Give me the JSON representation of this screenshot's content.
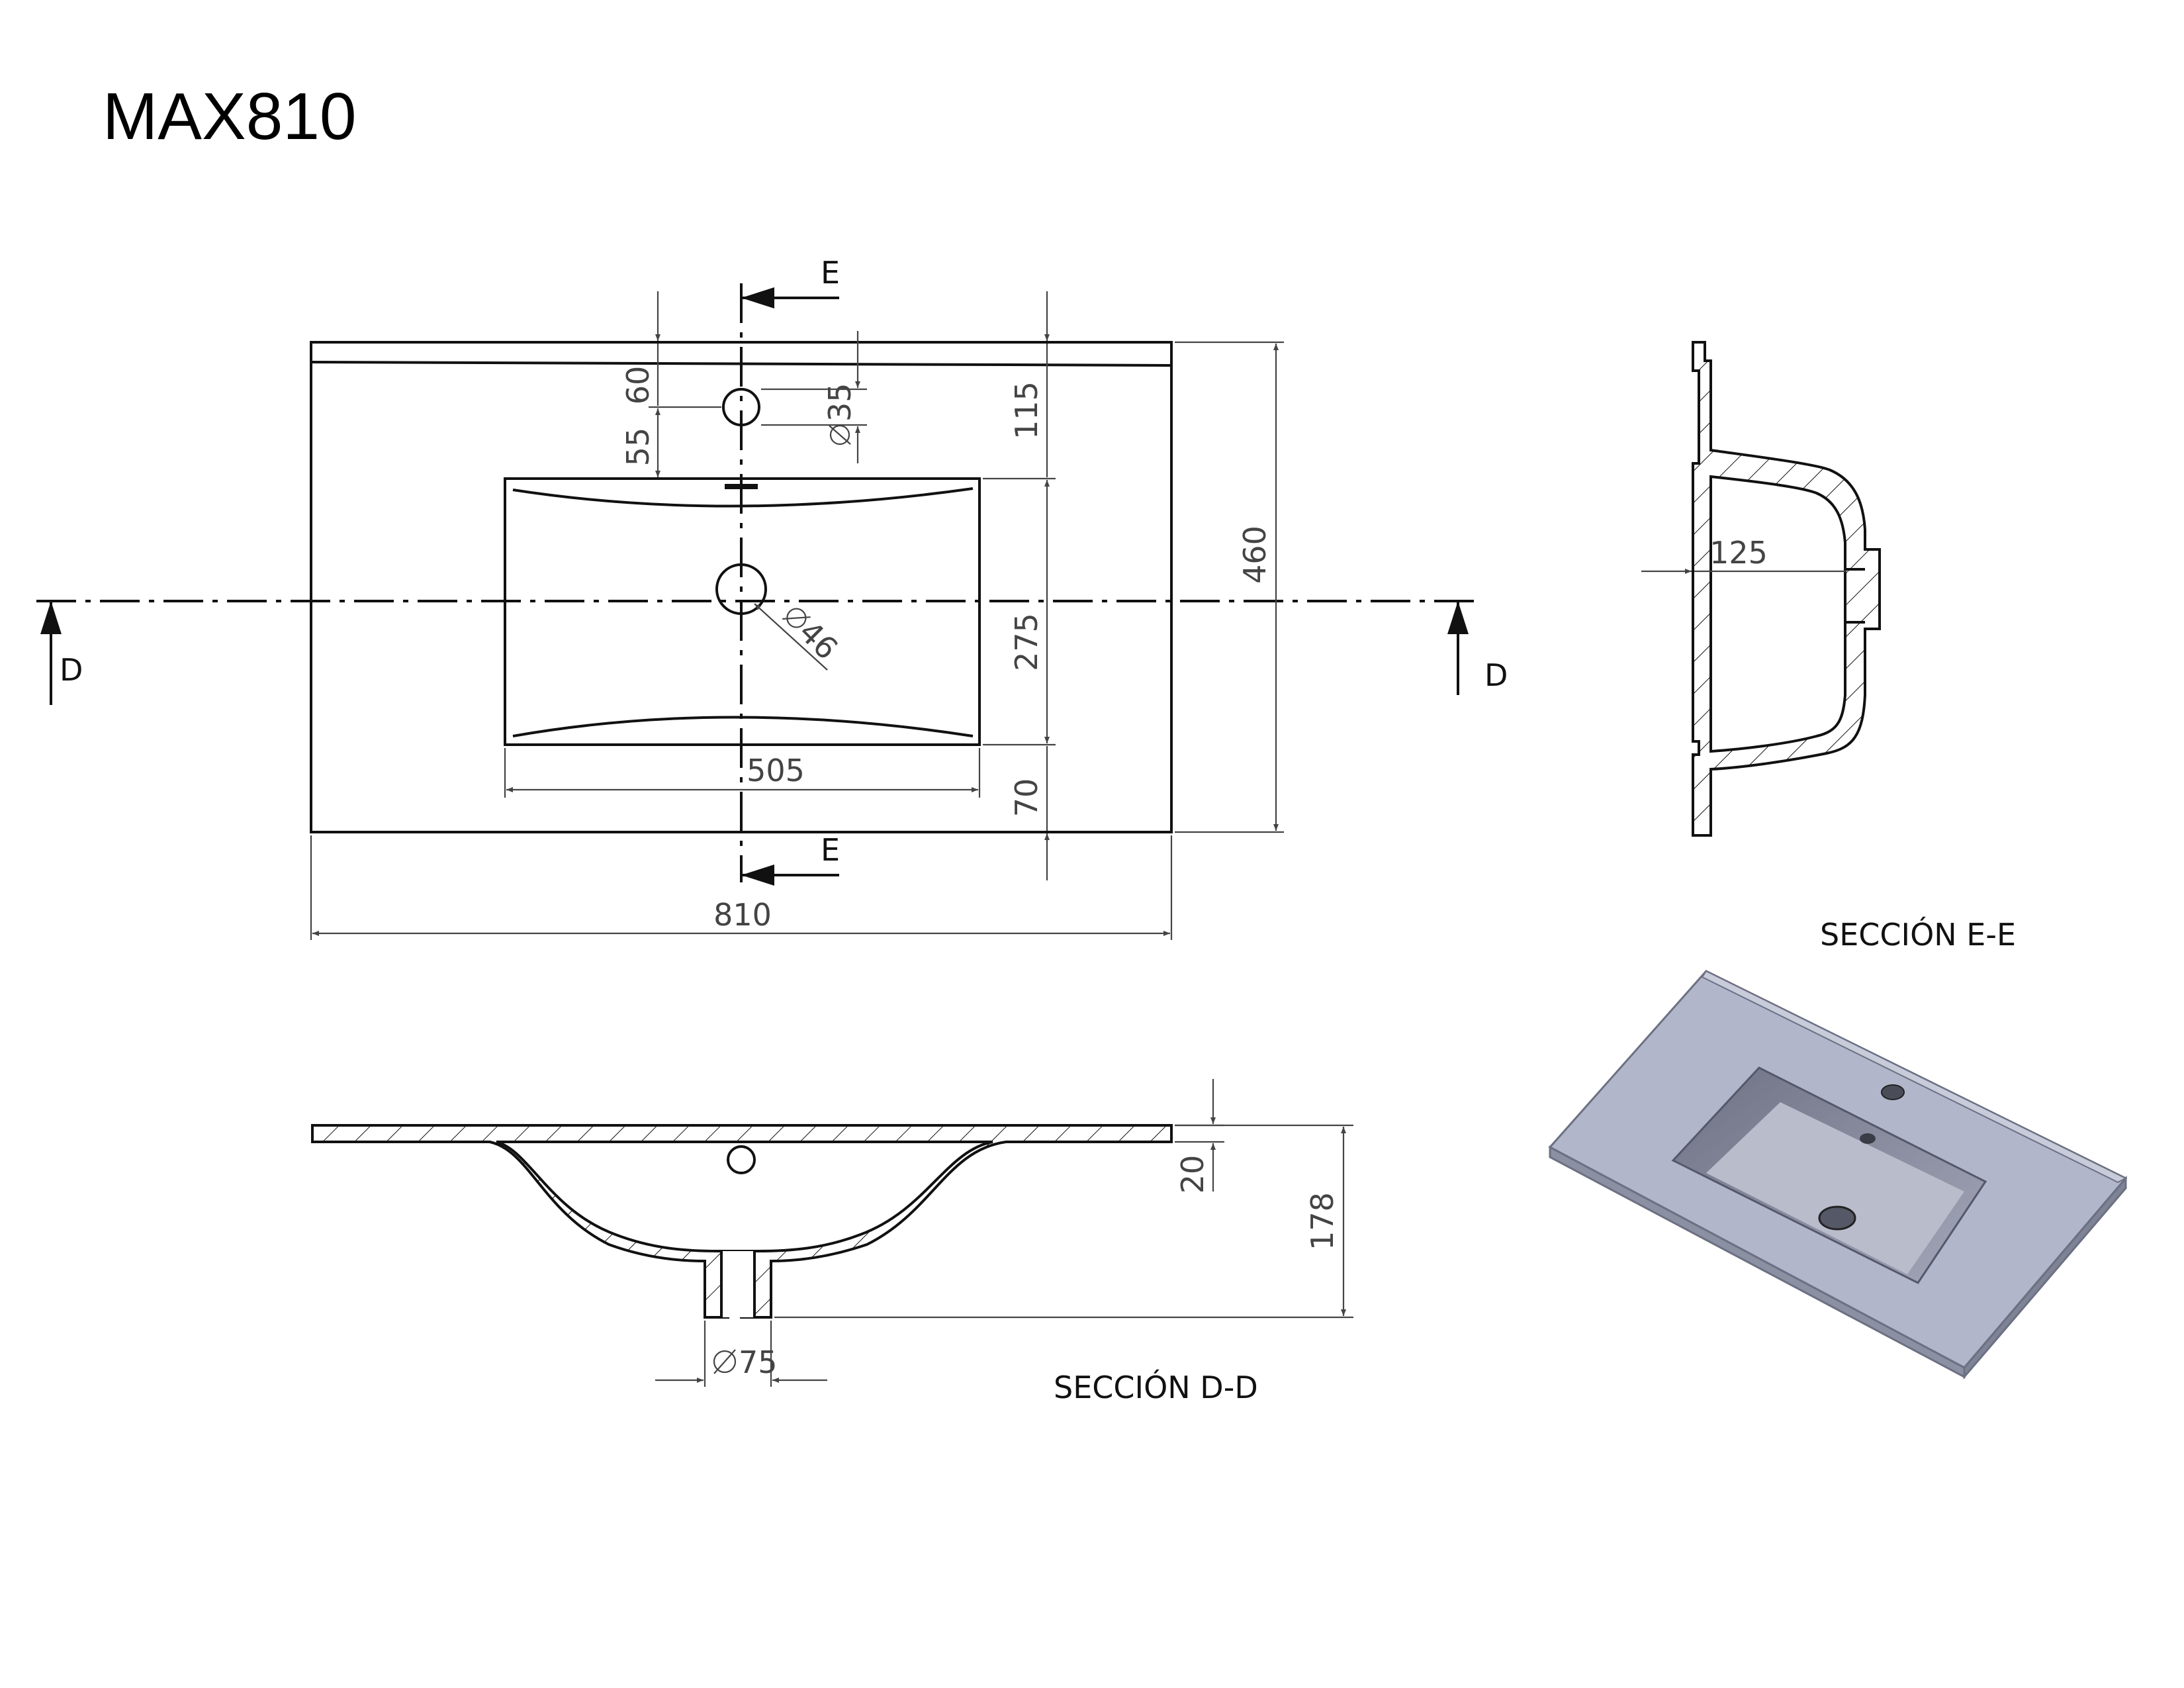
{
  "title": "MAX810",
  "top_view": {
    "dim_width": "810",
    "dim_depth": "460",
    "dim_basin_width": "505",
    "dim_basin_depth": "275",
    "dim_front": "70",
    "dim_back": "115",
    "dim_60": "60",
    "dim_55": "55",
    "dim_tap_hole": "35",
    "dim_drain_hole": "46",
    "section_e_top": "E",
    "section_e_bottom": "E",
    "section_d_left": "D",
    "section_d_right": "D"
  },
  "section_dd": {
    "label": "SECCIÓN D-D",
    "dim_thickness": "20",
    "dim_height": "178",
    "dim_drain": "75"
  },
  "section_ee": {
    "label": "SECCIÓN E-E",
    "dim_125": "125"
  },
  "render_3d": {
    "top_color": "#b1b6cb",
    "basin_color": "#8f92a4",
    "edge_color": "#6c7082"
  }
}
